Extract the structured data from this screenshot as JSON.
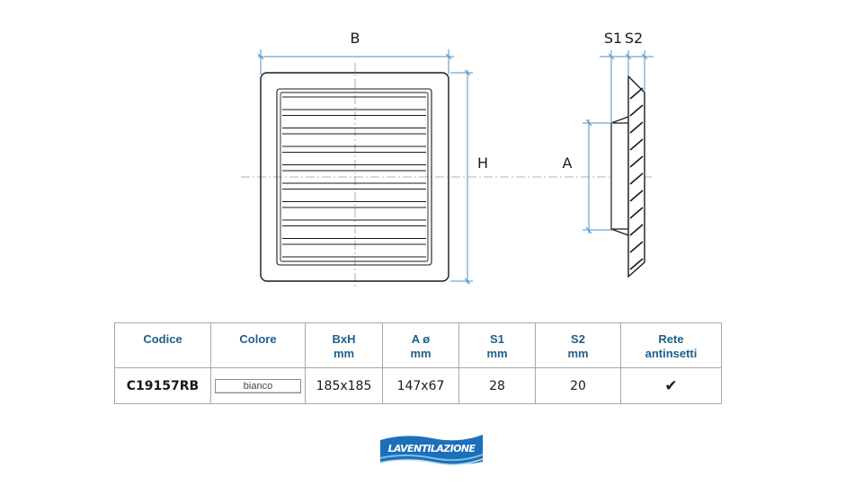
{
  "drawing": {
    "label_width": "B",
    "label_height": "H",
    "label_spigot": "A",
    "label_s1": "S1",
    "label_s2": "S2"
  },
  "table": {
    "headers": [
      {
        "line1": "Codice",
        "line2": ""
      },
      {
        "line1": "Colore",
        "line2": ""
      },
      {
        "line1": "BxH",
        "line2": "mm"
      },
      {
        "line1": "A ø",
        "line2": "mm"
      },
      {
        "line1": "S1",
        "line2": "mm"
      },
      {
        "line1": "S2",
        "line2": "mm"
      },
      {
        "line1": "Rete",
        "line2": "antinsetti"
      }
    ],
    "row": {
      "codice": "C19157RB",
      "colore": "bianco",
      "bxh": "185x185",
      "a": "147x67",
      "s1": "28",
      "s2": "20",
      "rete": "✔"
    }
  },
  "logo": {
    "text": "LAVENTILAZIONE",
    "color": "#1d6fb8"
  },
  "colors": {
    "dimension_line": "#4a90c8",
    "header_text": "#1f5f8b",
    "outline": "#1a1a1a"
  }
}
